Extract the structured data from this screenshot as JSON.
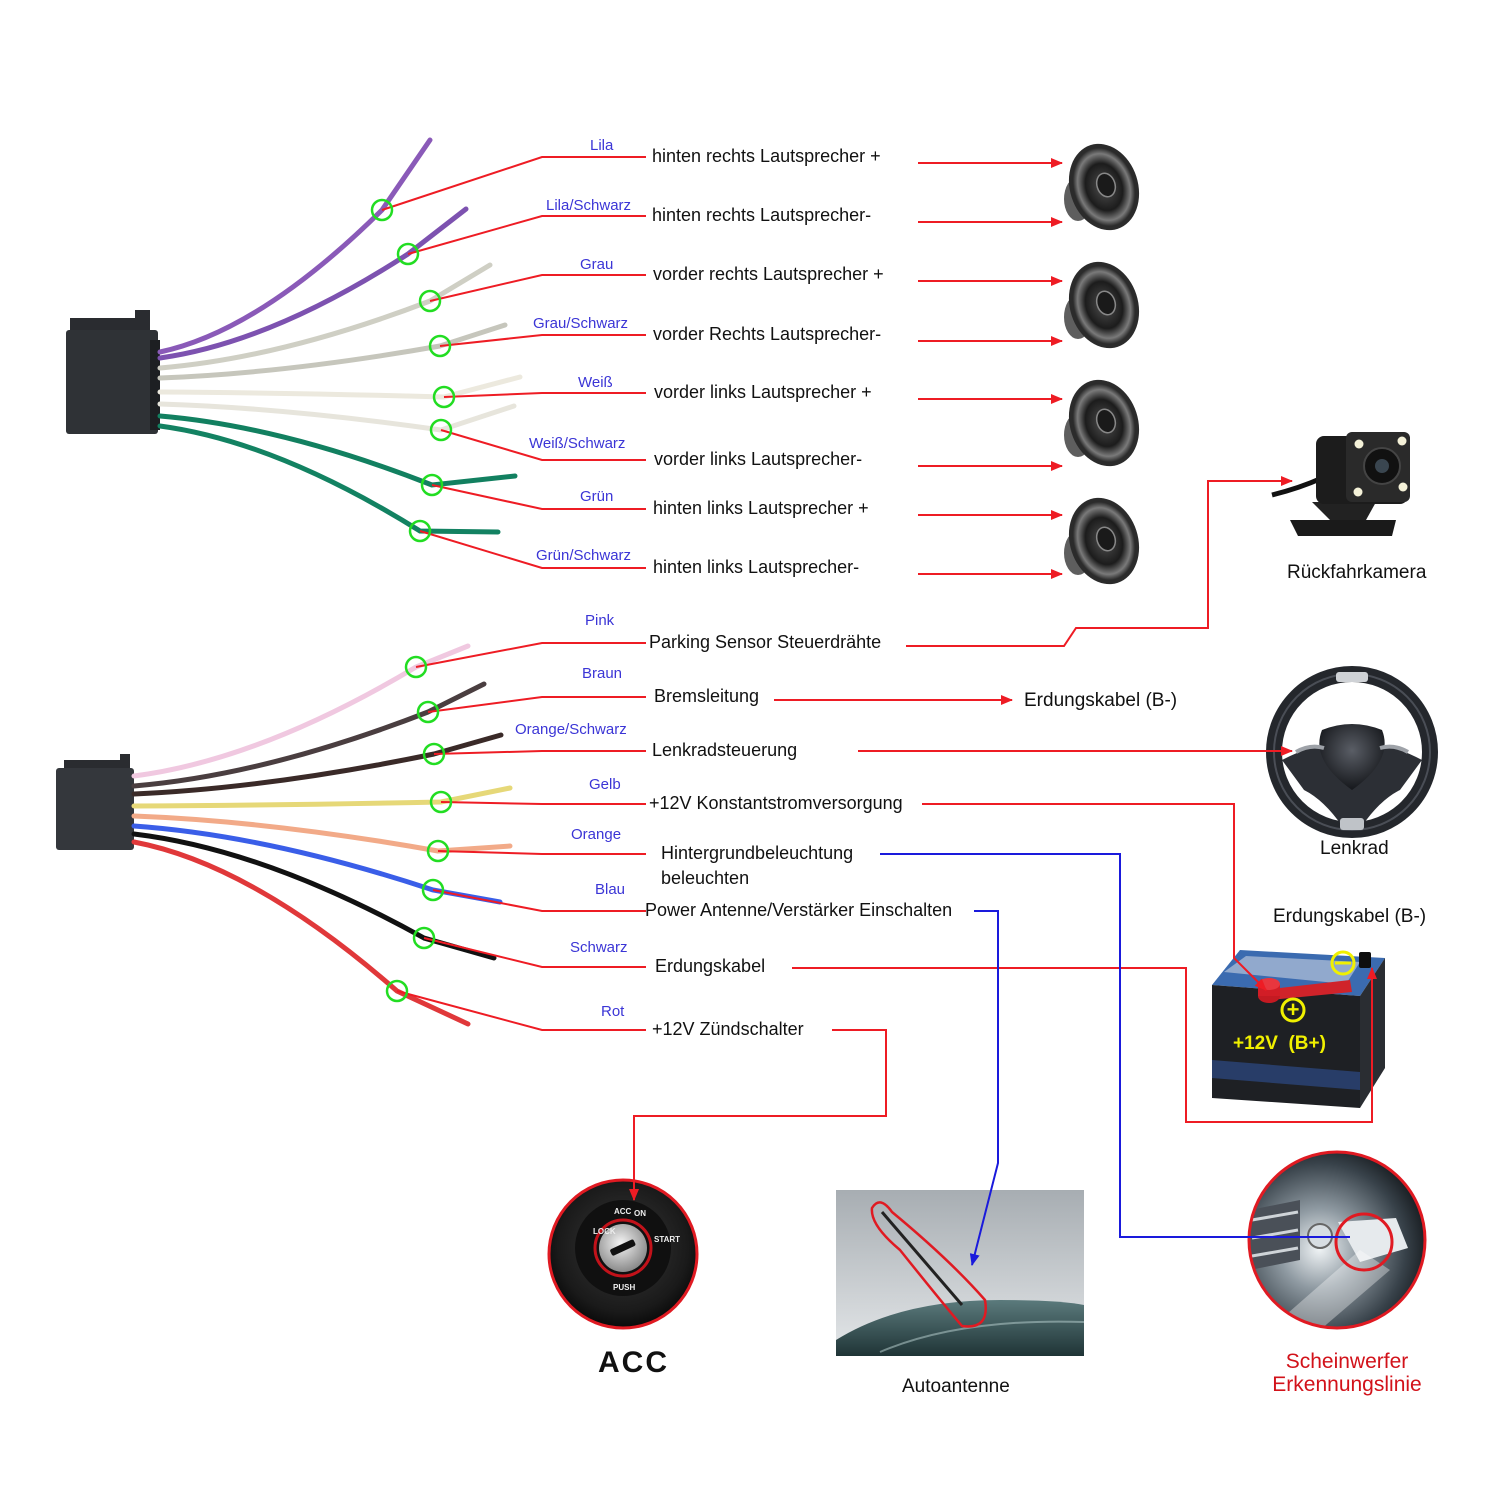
{
  "colors": {
    "leader_line": "#ee1c24",
    "blue_line": "#1a1adc",
    "marker_ring": "#22dd22",
    "color_label": "#3b35d6",
    "headlight_label": "#d2121a"
  },
  "connector_top": {
    "wires": [
      {
        "color_name": "Lila",
        "function": "hinten rechts Lautsprecher +",
        "target": "speaker-rear-right",
        "wire_hex": "#8a5ab8"
      },
      {
        "color_name": "Lila/Schwarz",
        "function": "hinten rechts Lautsprecher-",
        "target": "speaker-rear-right",
        "wire_hex": "#7d52b0"
      },
      {
        "color_name": "Grau",
        "function": "vorder rechts Lautsprecher +",
        "target": "speaker-front-right",
        "wire_hex": "#cfcfc4"
      },
      {
        "color_name": "Grau/Schwarz",
        "function": "vorder Rechts Lautsprecher-",
        "target": "speaker-front-right",
        "wire_hex": "#c6c6bc"
      },
      {
        "color_name": "Weiß",
        "function": "vorder links Lautsprecher +",
        "target": "speaker-front-left",
        "wire_hex": "#ece9de"
      },
      {
        "color_name": "Weiß/Schwarz",
        "function": "vorder links Lautsprecher-",
        "target": "speaker-front-left",
        "wire_hex": "#e7e5dc"
      },
      {
        "color_name": "Grün",
        "function": "hinten links Lautsprecher +",
        "target": "speaker-rear-left",
        "wire_hex": "#128060"
      },
      {
        "color_name": "Grün/Schwarz",
        "function": "hinten links Lautsprecher-",
        "target": "speaker-rear-left",
        "wire_hex": "#138262"
      }
    ]
  },
  "connector_bottom": {
    "wires": [
      {
        "color_name": "Pink",
        "function": "Parking Sensor Steuerdrähte",
        "target": "Rückfahrkamera",
        "wire_hex": "#f0c8e0"
      },
      {
        "color_name": "Braun",
        "function": "Bremsleitung",
        "target": "Erdungskabel (B-)",
        "wire_hex": "#4a3e40"
      },
      {
        "color_name": "Orange/Schwarz",
        "function": "Lenkradsteuerung",
        "target": "Lenkrad",
        "wire_hex": "#3a2a28"
      },
      {
        "color_name": "Gelb",
        "function": "+12V Konstantstromversorgung",
        "target": "+12V (B+)",
        "wire_hex": "#e6d878"
      },
      {
        "color_name": "Orange",
        "function": "Hintergrundbeleuchtung",
        "function_line2": "beleuchten",
        "target": "Scheinwerfer Erkennungslinie",
        "wire_hex": "#f2aa88"
      },
      {
        "color_name": "Blau",
        "function": "Power Antenne/Verstärker Einschalten",
        "target": "Autoantenne",
        "wire_hex": "#3a5ee8"
      },
      {
        "color_name": "Schwarz",
        "function": "Erdungskabel",
        "target": "Erdungskabel (B-)",
        "wire_hex": "#111111"
      },
      {
        "color_name": "Rot",
        "function": "+12V Zündschalter",
        "target": "ACC",
        "wire_hex": "#e0383a"
      }
    ]
  },
  "devices": {
    "camera": {
      "label": "Rückfahrkamera"
    },
    "brake_ground": {
      "label": "Erdungskabel (B-)"
    },
    "steering_wheel": {
      "label": "Lenkrad"
    },
    "battery": {
      "label": "Erdungskabel (B-)",
      "positive_text": "+12V  (B+)",
      "plus_symbol": "+",
      "minus_symbol": "−"
    },
    "ignition": {
      "label": "ACC",
      "ring_text": [
        "LOCK",
        "ACC",
        "ON",
        "START",
        "PUSH"
      ]
    },
    "antenna": {
      "label": "Autoantenne"
    },
    "headlight": {
      "label_line1": "Scheinwerfer",
      "label_line2": "Erkennungslinie"
    }
  }
}
